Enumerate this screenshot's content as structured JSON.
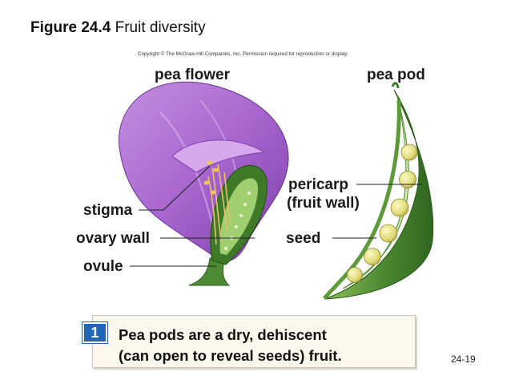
{
  "figure": {
    "number": "Figure 24.4",
    "title": "Fruit diversity",
    "copyright": "Copyright © The McGraw-Hill Companies, Inc. Permission required for reproduction or display."
  },
  "labels": {
    "pea_flower": "pea flower",
    "pea_pod": "pea pod",
    "stigma": "stigma",
    "ovary_wall": "ovary wall",
    "ovule": "ovule",
    "pericarp": "pericarp",
    "fruit_wall": "(fruit wall)",
    "seed": "seed"
  },
  "callout": {
    "badge": "1",
    "line1": "Pea pods are a dry, dehiscent",
    "line2": "(can open to reveal seeds) fruit."
  },
  "page_number": "24-19",
  "colors": {
    "petal_purple": "#b57ad6",
    "pod_green": "#4e8a33",
    "seed_yellow": "#e6e08a",
    "badge_blue": "#1f66b3"
  }
}
